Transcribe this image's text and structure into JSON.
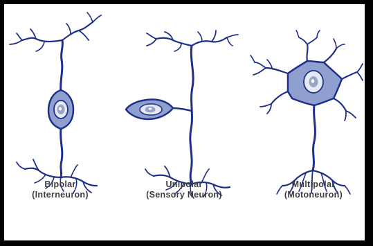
{
  "neurons": [
    {
      "name": "Bipolar",
      "subtitle": "(Interneuron)"
    },
    {
      "name": "Unipolar",
      "subtitle": "(Sensory Neuron)"
    },
    {
      "name": "Multipolar",
      "subtitle": "(Motoneuron)"
    }
  ],
  "colors": {
    "outline": "#1e2f8a",
    "cell_fill": "#8fa0cf",
    "nucleus_fill": "#e6eaf4",
    "nucleolus": "#9aa6c8",
    "label": "#3c3c3c",
    "border": "#000000"
  }
}
